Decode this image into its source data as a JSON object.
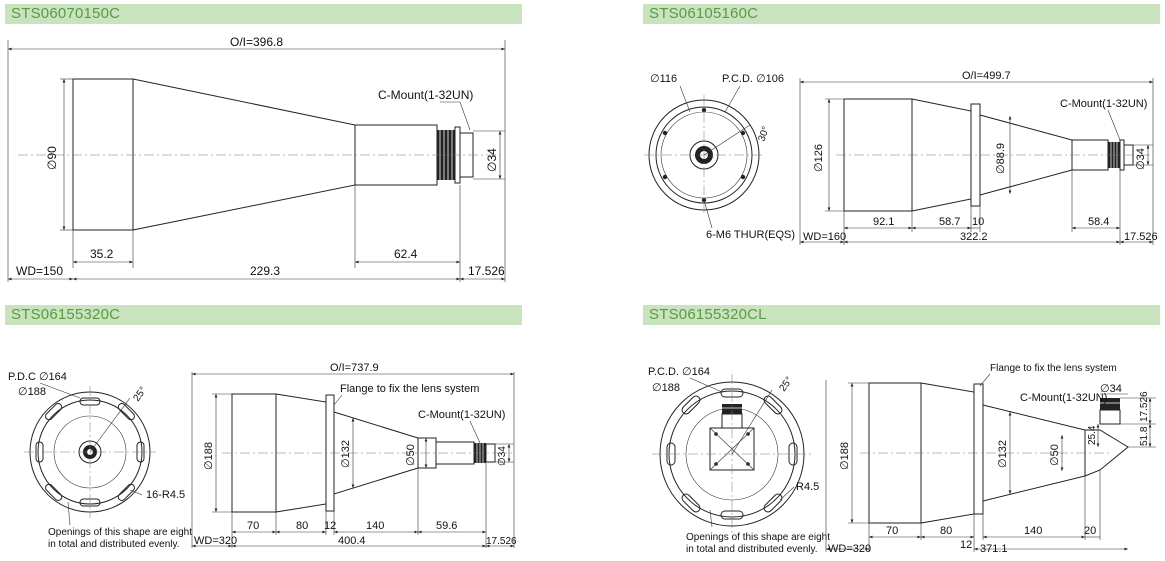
{
  "drawings": [
    {
      "title": "STS06070150C",
      "labels": {
        "oi": "O/I=396.8",
        "mount": "C-Mount(1-32UN)",
        "dia_left": "∅90",
        "dia_right": "∅34",
        "d1": "35.2",
        "d2": "62.4",
        "wd": "WD=150",
        "d3": "229.3",
        "d4": "17.526"
      }
    },
    {
      "title": "STS06105160C",
      "labels": {
        "dia116": "∅116",
        "pcd": "P.C.D. ∅106",
        "angle": "30°",
        "screws": "6-M6 THUR(EQS)",
        "oi": "O/I=499.7",
        "mount": "C-Mount(1-32UN)",
        "dia126": "∅126",
        "dia889": "∅88.9",
        "dia34": "∅34",
        "d1": "92.1",
        "d2": "58.7",
        "d3": "10",
        "d4": "58.4",
        "wd": "WD=160",
        "d5": "322.2",
        "d6": "17.526"
      }
    },
    {
      "title": "STS06155320C",
      "labels": {
        "pcd": "P.D.C ∅164",
        "dia188": "∅188",
        "angle": "25°",
        "slot": "16-R4.5",
        "note1": "Openings of this shape are eight",
        "note2": "in total and distributed evenly.",
        "oi": "O/I=737.9",
        "flange": "Flange to fix the lens system",
        "mount": "C-Mount(1-32UN)",
        "dia188b": "∅188",
        "dia132": "∅132",
        "dia50": "∅50",
        "dia34": "∅34",
        "d1": "70",
        "d2": "80",
        "d3": "12",
        "d4": "140",
        "d5": "59.6",
        "wd": "WD=320",
        "d6": "400.4",
        "d7": "17.526"
      }
    },
    {
      "title": "STS06155320CL",
      "labels": {
        "pcd": "P.C.D. ∅164",
        "dia188": "∅188",
        "angle": "25°",
        "slot": "R4.5",
        "note1": "Openings of this shape are eight",
        "note2": "in total and distributed evenly.",
        "flange": "Flange to fix the lens system",
        "mount": "C-Mount(1-32UN)",
        "dia34": "∅34",
        "d17": "17.526",
        "d254": "25.4",
        "d518": "51.8",
        "dia188b": "∅188",
        "dia132": "∅132",
        "dia50": "∅50",
        "d1": "70",
        "d2": "80",
        "d3": "140",
        "d4": "20",
        "wd": "WD=320",
        "d5": "12",
        "d6": "371.1"
      }
    }
  ]
}
